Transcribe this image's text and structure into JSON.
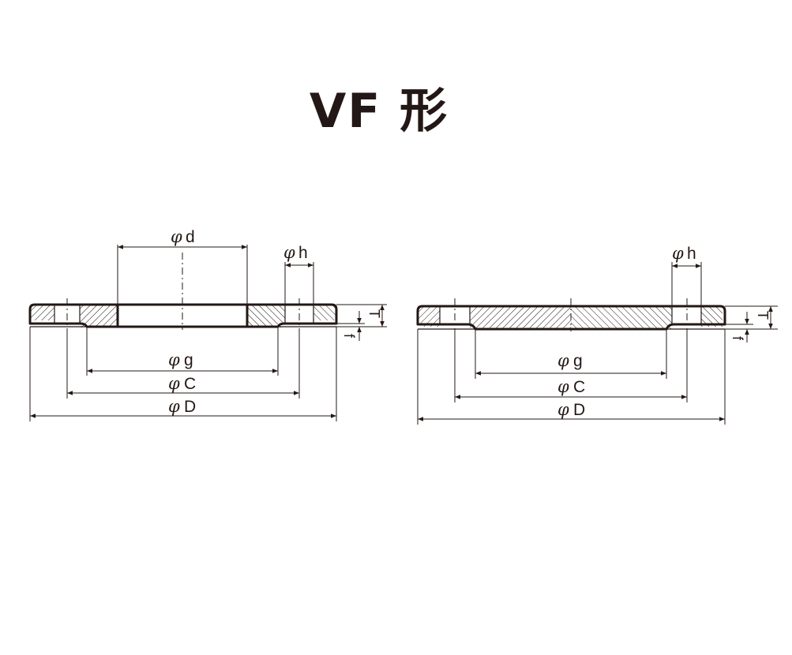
{
  "title": "VF 形",
  "diagrams": [
    {
      "name": "raised-face",
      "dims": {
        "d": "d",
        "h": "h",
        "g": "g",
        "C": "C",
        "D": "D",
        "T": "T",
        "f": "f"
      }
    },
    {
      "name": "blind",
      "dims": {
        "h": "h",
        "g": "g",
        "C": "C",
        "D": "D",
        "T": "T",
        "f": "f"
      }
    }
  ],
  "phi_symbol": "φ",
  "colors": {
    "ink": "#231815",
    "background": "#ffffff"
  }
}
